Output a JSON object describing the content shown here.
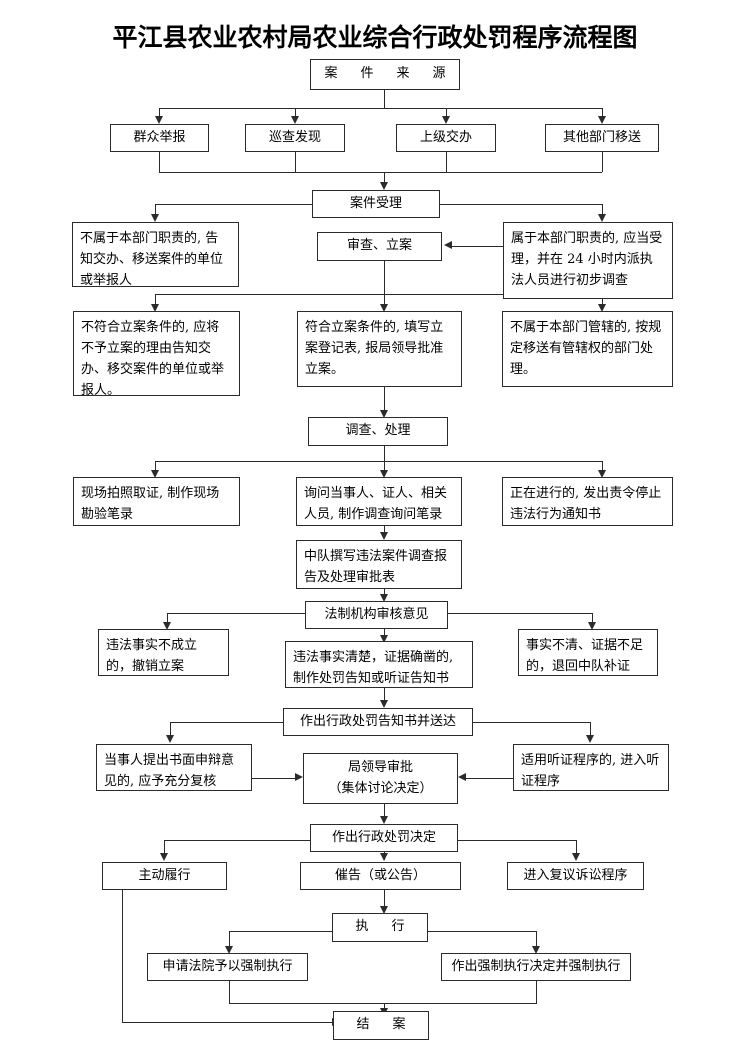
{
  "document": {
    "title": "平江县农业农村局农业综合行政处罚程序流程图"
  },
  "nodes": {
    "case_source": "案　件　来　源",
    "src_public_report": "群众举报",
    "src_inspection": "巡查发现",
    "src_superior": "上级交办",
    "src_other_dept": "其他部门移送",
    "case_accept": "案件受理",
    "not_our_duty": "不属于本部门职责的, 告知交办、移送案件的单位或举报人",
    "our_duty": "属于本部门职责的, 应当受理，并在 24 小时内派执法人员进行初步调查",
    "review_file": "审查、立案",
    "not_meet_filing": "不符合立案条件的, 应将不予立案的理由告知交办、移交案件的单位或举报人。",
    "meet_filing": "符合立案条件的, 填写立案登记表, 报局领导批准立案。",
    "not_jurisdiction": "不属于本部门管辖的, 按规定移送有管辖权的部门处理。",
    "investigate_handle": "调查、处理",
    "site_photo": "现场拍照取证, 制作现场勘验笔录",
    "interview": "询问当事人、证人、相关人员, 制作调查询问笔录",
    "ongoing_stop": "正在进行的, 发出责令停止违法行为通知书",
    "squad_report": "中队撰写违法案件调查报告及处理审批表",
    "legal_review": "法制机构审核意见",
    "fact_not_established": "违法事实不成立的，撤销立案",
    "fact_clear": "违法事实清楚，证据确凿的, 制作处罚告知或听证告知书",
    "fact_unclear": "事实不清、证据不足的，退回中队补证",
    "issue_notice": "作出行政处罚告知书并送达",
    "written_defense": "当事人提出书面申辩意见的, 应予充分复核",
    "hearing_procedure": "适用听证程序的, 进入听证程序",
    "leader_approval_line1": "局领导审批",
    "leader_approval_line2": "（集体讨论决定）",
    "penalty_decision": "作出行政处罚决定",
    "voluntary_perform": "主动履行",
    "urge_notice": "催告（或公告）",
    "reconsideration": "进入复议诉讼程序",
    "execution": "执　行",
    "apply_court": "申请法院予以强制执行",
    "compulsory_decision": "作出强制执行决定并强制执行",
    "case_closed": "结　案"
  },
  "colors": {
    "line": "#2b2b2b",
    "background": "#ffffff",
    "text": "#000000"
  }
}
